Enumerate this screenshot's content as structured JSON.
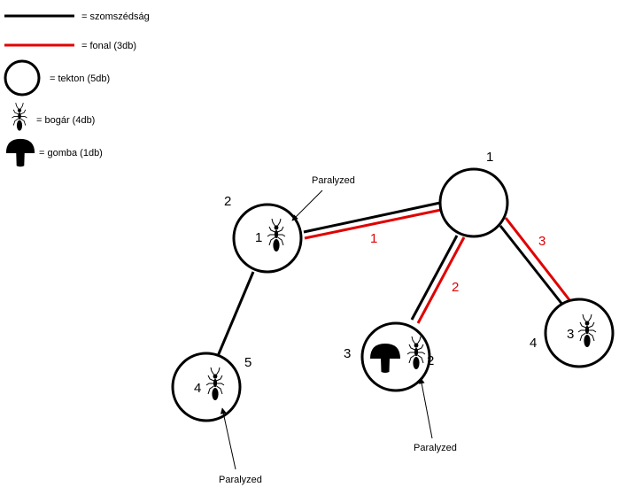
{
  "legend": {
    "adjacency": "= szomszédság",
    "thread": "= fonal (3db)",
    "tecton": "= tekton (5db)",
    "bug": "= bogár (4db)",
    "mushroom": "= gomba (1db)"
  },
  "colors": {
    "adjacency": "#000000",
    "thread": "#e00000",
    "tecton_fill": "#ffffff",
    "tecton_stroke": "#000000",
    "icon": "#000000"
  },
  "tectons": [
    {
      "id": "1",
      "label": "1",
      "bug": null,
      "mushroom": false
    },
    {
      "id": "2",
      "label": "2",
      "bug": "1",
      "mushroom": false
    },
    {
      "id": "3",
      "label": "3",
      "bug": "2",
      "mushroom": true
    },
    {
      "id": "4",
      "label": "4",
      "bug": "3",
      "mushroom": false
    },
    {
      "id": "5",
      "label": "5",
      "bug": "4",
      "mushroom": false
    }
  ],
  "adjacencies": [
    {
      "from": "1",
      "to": "2"
    },
    {
      "from": "1",
      "to": "3"
    },
    {
      "from": "1",
      "to": "4"
    },
    {
      "from": "2",
      "to": "5"
    }
  ],
  "threads": [
    {
      "label": "1",
      "from": "1",
      "to": "2"
    },
    {
      "label": "2",
      "from": "1",
      "to": "3"
    },
    {
      "label": "3",
      "from": "1",
      "to": "4"
    }
  ],
  "annotations": [
    {
      "text": "Paralyzed",
      "bug": "1"
    },
    {
      "text": "Paralyzed",
      "bug": "2"
    },
    {
      "text": "Paralyzed",
      "bug": "4"
    }
  ]
}
